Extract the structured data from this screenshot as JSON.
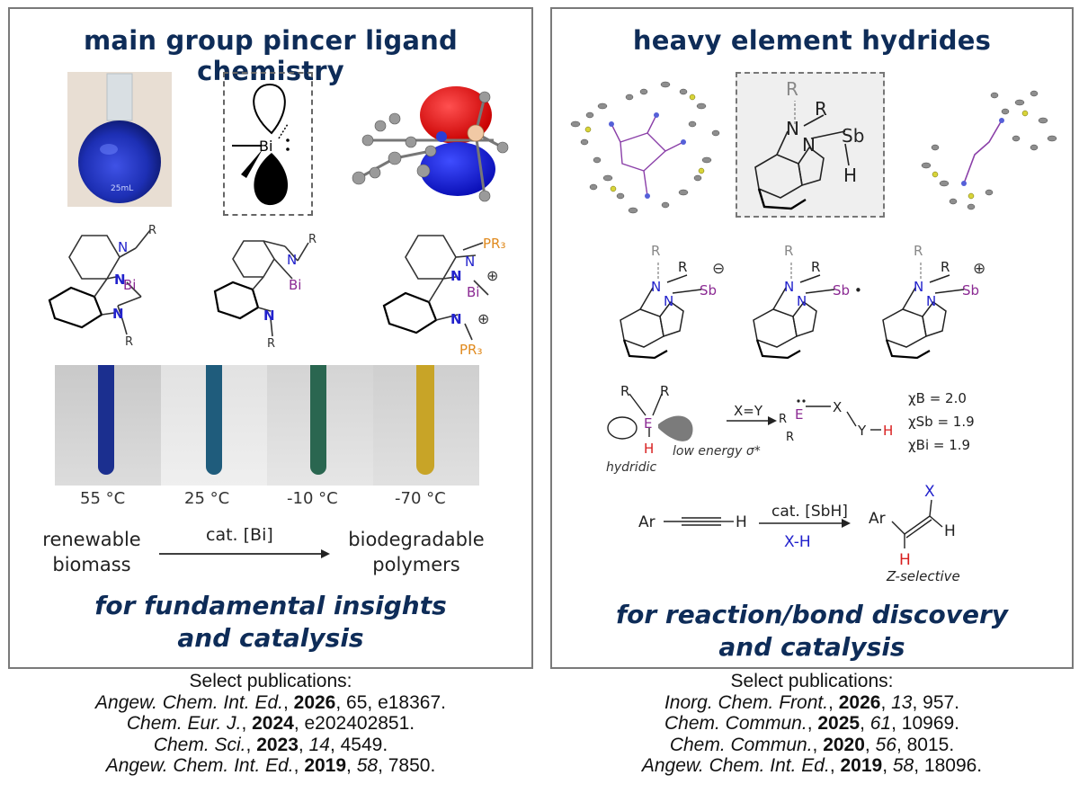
{
  "left": {
    "title": "main group pincer ligand chemistry",
    "temps": [
      "55 °C",
      "25 °C",
      "-10 °C",
      "-70 °C"
    ],
    "reaction": {
      "reactant_line1": "renewable",
      "reactant_line2": "biomass",
      "catalyst": "cat. [Bi]",
      "product_line1": "biodegradable",
      "product_line2": "polymers"
    },
    "tagline_line1": "for fundamental insights",
    "tagline_line2": "and catalysis",
    "structure_labels": {
      "bi": "Bi",
      "n": "N",
      "r": "R",
      "pr3": "PR₃",
      "plus": "⊕",
      "flask": "25mL"
    },
    "publications_heading": "Select publications:",
    "publications": [
      {
        "journal": "Angew. Chem. Int. Ed.",
        "year": "2026",
        "volume": "65",
        "pages": "e18367."
      },
      {
        "journal": "Chem. Eur. J.",
        "year": "2024",
        "volume": "",
        "pages": "e202402851."
      },
      {
        "journal": "Chem. Sci.",
        "year": "2023",
        "volume": "14",
        "pages": "4549."
      },
      {
        "journal": "Angew. Chem. Int. Ed.",
        "year": "2019",
        "volume": "58",
        "pages": "7850."
      }
    ]
  },
  "right": {
    "title": "heavy element hydrides",
    "structure_labels": {
      "sb": "Sb",
      "n": "N",
      "r": "R",
      "h": "H",
      "minus": "⊖",
      "plus": "⊕",
      "radical": "•"
    },
    "mechanism": {
      "e": "E",
      "r": "R",
      "h": "H",
      "x": "X",
      "y": "Y",
      "reagent": "X=Y",
      "hydridic": "hydridic",
      "low_energy": "low energy σ*",
      "chi_b": "χB = 2.0",
      "chi_sb": "χSb = 1.9",
      "chi_bi": "χBi = 1.9"
    },
    "hydro": {
      "ar": "Ar",
      "h": "H",
      "catalyst": "cat. [SbH]",
      "reagent": "X-H",
      "x": "X",
      "selective": "Z-selective"
    },
    "tagline_line1": "for reaction/bond discovery",
    "tagline_line2": "and catalysis",
    "publications_heading": "Select publications:",
    "publications": [
      {
        "journal": "Inorg. Chem. Front.",
        "year": "2026",
        "volume": "13",
        "pages": "957."
      },
      {
        "journal": "Chem. Commun.",
        "year": "2025",
        "volume": "61",
        "pages": "10969."
      },
      {
        "journal": "Chem. Commun.",
        "year": "2020",
        "volume": "56",
        "pages": "8015."
      },
      {
        "journal": "Angew. Chem. Int. Ed.",
        "year": "2019",
        "volume": "58",
        "pages": "18096."
      }
    ]
  },
  "colors": {
    "title_navy": "#0e2c58",
    "bismuth_purple": "#8b2a93",
    "nitrogen_blue": "#2222cc",
    "phosphorus_orange": "#e08a1e",
    "hydride_red": "#d81e1e"
  }
}
